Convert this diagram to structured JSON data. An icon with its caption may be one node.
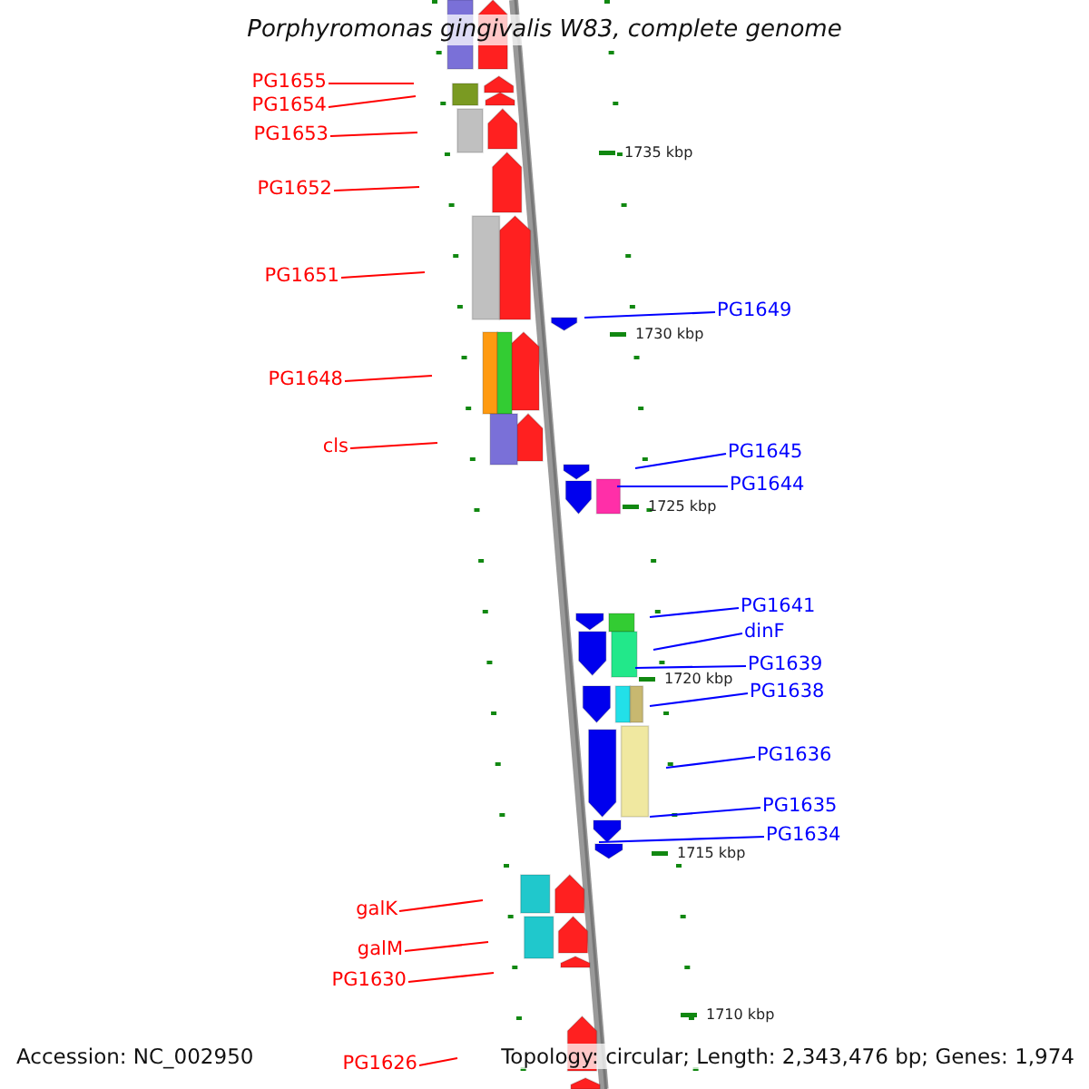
{
  "diagram": {
    "title": "Porphyromonas gingivalis W83, complete genome",
    "nodes": [
      {
        "text": [
          "PG1655"
        ]
      },
      {
        "text": [
          "PG1654"
        ]
      },
      {
        "text": [
          "PG1653"
        ]
      },
      {
        "text": [
          "PG1652"
        ]
      },
      {
        "text": [
          "PG1651"
        ]
      },
      {
        "text": [
          "PG1649"
        ]
      },
      {
        "text": [
          "PG1648"
        ]
      },
      {
        "text": [
          "cls"
        ]
      },
      {
        "text": [
          "PG1645"
        ]
      },
      {
        "text": [
          "PG1644"
        ]
      },
      {
        "text": [
          "PG1641"
        ]
      },
      {
        "text": [
          "dinF"
        ]
      },
      {
        "text": [
          "PG1639"
        ]
      },
      {
        "text": [
          "PG1638"
        ]
      },
      {
        "text": [
          "PG1636"
        ]
      },
      {
        "text": [
          "PG1635"
        ]
      },
      {
        "text": [
          "PG1634"
        ]
      },
      {
        "text": [
          "galK"
        ]
      },
      {
        "text": [
          "galM"
        ]
      },
      {
        "text": [
          "PG1630"
        ]
      },
      {
        "text": [
          "PG1626"
        ]
      }
    ],
    "edges": [
      {
        "from": 0,
        "to": null,
        "arrow": "none"
      },
      {
        "from": 1,
        "to": null,
        "arrow": "none"
      },
      {
        "from": 2,
        "to": null,
        "arrow": "none"
      },
      {
        "from": 3,
        "to": null,
        "arrow": "none"
      },
      {
        "from": 4,
        "to": null,
        "arrow": "none"
      },
      {
        "from": 5,
        "to": null,
        "arrow": "none",
        "color": "#0000ff"
      },
      {
        "from": 6,
        "to": null,
        "arrow": "none"
      },
      {
        "from": 7,
        "to": null,
        "arrow": "none"
      },
      {
        "from": 8,
        "to": null,
        "arrow": "none",
        "color": "#0000ff"
      },
      {
        "from": 9,
        "to": null,
        "arrow": "none",
        "color": "#0000ff"
      },
      {
        "from": 10,
        "to": null,
        "arrow": "none",
        "color": "#0000ff"
      },
      {
        "from": 11,
        "to": null,
        "arrow": "none",
        "color": "#0000ff"
      },
      {
        "from": 12,
        "to": null,
        "arrow": "none",
        "color": "#0000ff"
      },
      {
        "from": 13,
        "to": null,
        "arrow": "none",
        "color": "#0000ff"
      },
      {
        "from": 14,
        "to": null,
        "arrow": "none",
        "color": "#0000ff"
      },
      {
        "from": 15,
        "to": null,
        "arrow": "none",
        "color": "#0000ff"
      },
      {
        "from": 16,
        "to": null,
        "arrow": "none",
        "color": "#0000ff"
      },
      {
        "from": 17,
        "to": null,
        "arrow": "none"
      },
      {
        "from": 18,
        "to": null,
        "arrow": "none"
      },
      {
        "from": 19,
        "to": null,
        "arrow": "none"
      },
      {
        "from": 20,
        "to": null,
        "arrow": "none"
      }
    ],
    "labels": [
      "1735 kbp",
      "1730 kbp",
      "1725 kbp",
      "1720 kbp",
      "1715 kbp",
      "1710 kbp",
      "Accession: NC_002950",
      "Topology: circular; Length: 2,343,476 bp; Genes: 1,974"
    ]
  }
}
